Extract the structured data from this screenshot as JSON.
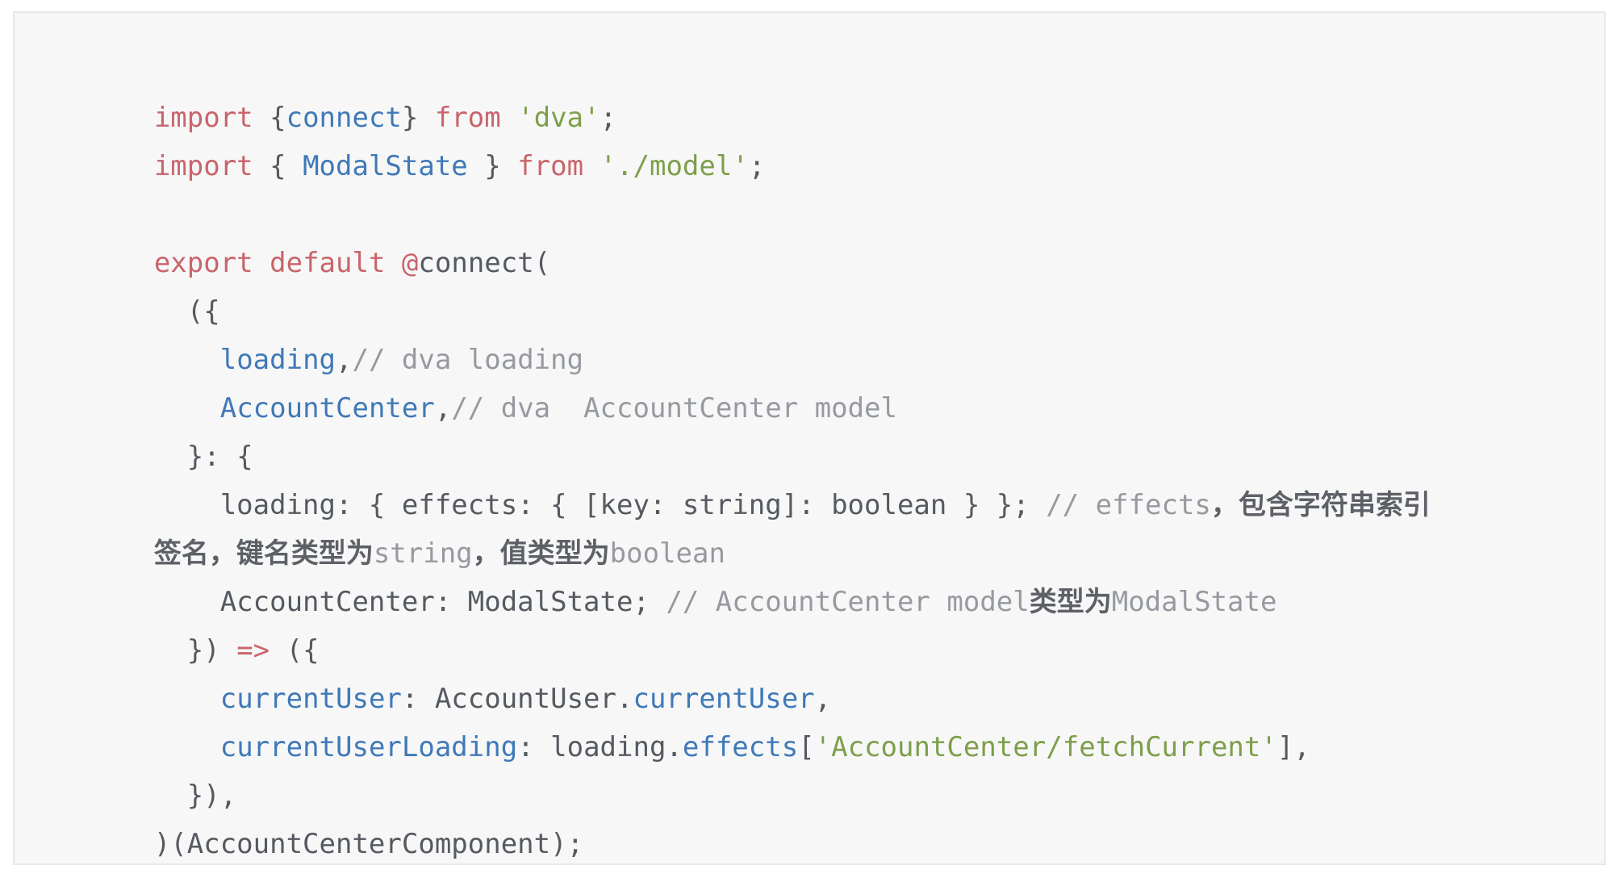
{
  "code_block": {
    "lines": [
      {
        "tokens": [
          {
            "text": "import",
            "type": "kw"
          },
          {
            "text": " {",
            "type": "pl"
          },
          {
            "text": "connect",
            "type": "id"
          },
          {
            "text": "} ",
            "type": "pl"
          },
          {
            "text": "from",
            "type": "kw"
          },
          {
            "text": " ",
            "type": "pl"
          },
          {
            "text": "'dva'",
            "type": "str"
          },
          {
            "text": ";",
            "type": "pl"
          }
        ]
      },
      {
        "tokens": [
          {
            "text": "import",
            "type": "kw"
          },
          {
            "text": " { ",
            "type": "pl"
          },
          {
            "text": "ModalState",
            "type": "id"
          },
          {
            "text": " } ",
            "type": "pl"
          },
          {
            "text": "from",
            "type": "kw"
          },
          {
            "text": " ",
            "type": "pl"
          },
          {
            "text": "'./model'",
            "type": "str"
          },
          {
            "text": ";",
            "type": "pl"
          }
        ]
      },
      {
        "tokens": []
      },
      {
        "tokens": [
          {
            "text": "export",
            "type": "kw"
          },
          {
            "text": " ",
            "type": "pl"
          },
          {
            "text": "default",
            "type": "kw"
          },
          {
            "text": " ",
            "type": "pl"
          },
          {
            "text": "@",
            "type": "kw"
          },
          {
            "text": "connect(",
            "type": "pl"
          }
        ]
      },
      {
        "tokens": [
          {
            "text": "  ({",
            "type": "pl"
          }
        ]
      },
      {
        "tokens": [
          {
            "text": "    ",
            "type": "pl"
          },
          {
            "text": "loading",
            "type": "id"
          },
          {
            "text": ",",
            "type": "pl"
          },
          {
            "text": "// dva loading",
            "type": "cm"
          }
        ]
      },
      {
        "tokens": [
          {
            "text": "    ",
            "type": "pl"
          },
          {
            "text": "AccountCenter",
            "type": "id"
          },
          {
            "text": ",",
            "type": "pl"
          },
          {
            "text": "// dva  AccountCenter model",
            "type": "cm"
          }
        ]
      },
      {
        "tokens": [
          {
            "text": "  }: {",
            "type": "pl"
          }
        ]
      },
      {
        "tokens": [
          {
            "text": "    loading: { effects: { [key: string]: boolean } }; ",
            "type": "pl"
          },
          {
            "text": "// effects",
            "type": "cm"
          },
          {
            "text": "，包含字符串索引",
            "type": "cjk"
          }
        ]
      },
      {
        "tokens": [
          {
            "text": "签名，键名类型为",
            "type": "cjk"
          },
          {
            "text": "string",
            "type": "cm"
          },
          {
            "text": "，值类型为",
            "type": "cjk"
          },
          {
            "text": "boolean",
            "type": "cm"
          }
        ]
      },
      {
        "tokens": [
          {
            "text": "    AccountCenter: ModalState; ",
            "type": "pl"
          },
          {
            "text": "// AccountCenter model",
            "type": "cm"
          },
          {
            "text": "类型为",
            "type": "cjk"
          },
          {
            "text": "ModalState",
            "type": "cm"
          }
        ]
      },
      {
        "tokens": [
          {
            "text": "  }) ",
            "type": "pl"
          },
          {
            "text": "=>",
            "type": "kw"
          },
          {
            "text": " ({",
            "type": "pl"
          }
        ]
      },
      {
        "tokens": [
          {
            "text": "    ",
            "type": "pl"
          },
          {
            "text": "currentUser",
            "type": "id"
          },
          {
            "text": ": AccountUser.",
            "type": "pl"
          },
          {
            "text": "currentUser",
            "type": "id"
          },
          {
            "text": ",",
            "type": "pl"
          }
        ]
      },
      {
        "tokens": [
          {
            "text": "    ",
            "type": "pl"
          },
          {
            "text": "currentUserLoading",
            "type": "id"
          },
          {
            "text": ": loading.",
            "type": "pl"
          },
          {
            "text": "effects",
            "type": "id"
          },
          {
            "text": "[",
            "type": "pl"
          },
          {
            "text": "'AccountCenter/fetchCurrent'",
            "type": "str"
          },
          {
            "text": "],",
            "type": "pl"
          }
        ]
      },
      {
        "tokens": [
          {
            "text": "  }),",
            "type": "pl"
          }
        ]
      },
      {
        "tokens": [
          {
            "text": ")(AccountCenterComponent);",
            "type": "pl"
          }
        ]
      }
    ]
  }
}
